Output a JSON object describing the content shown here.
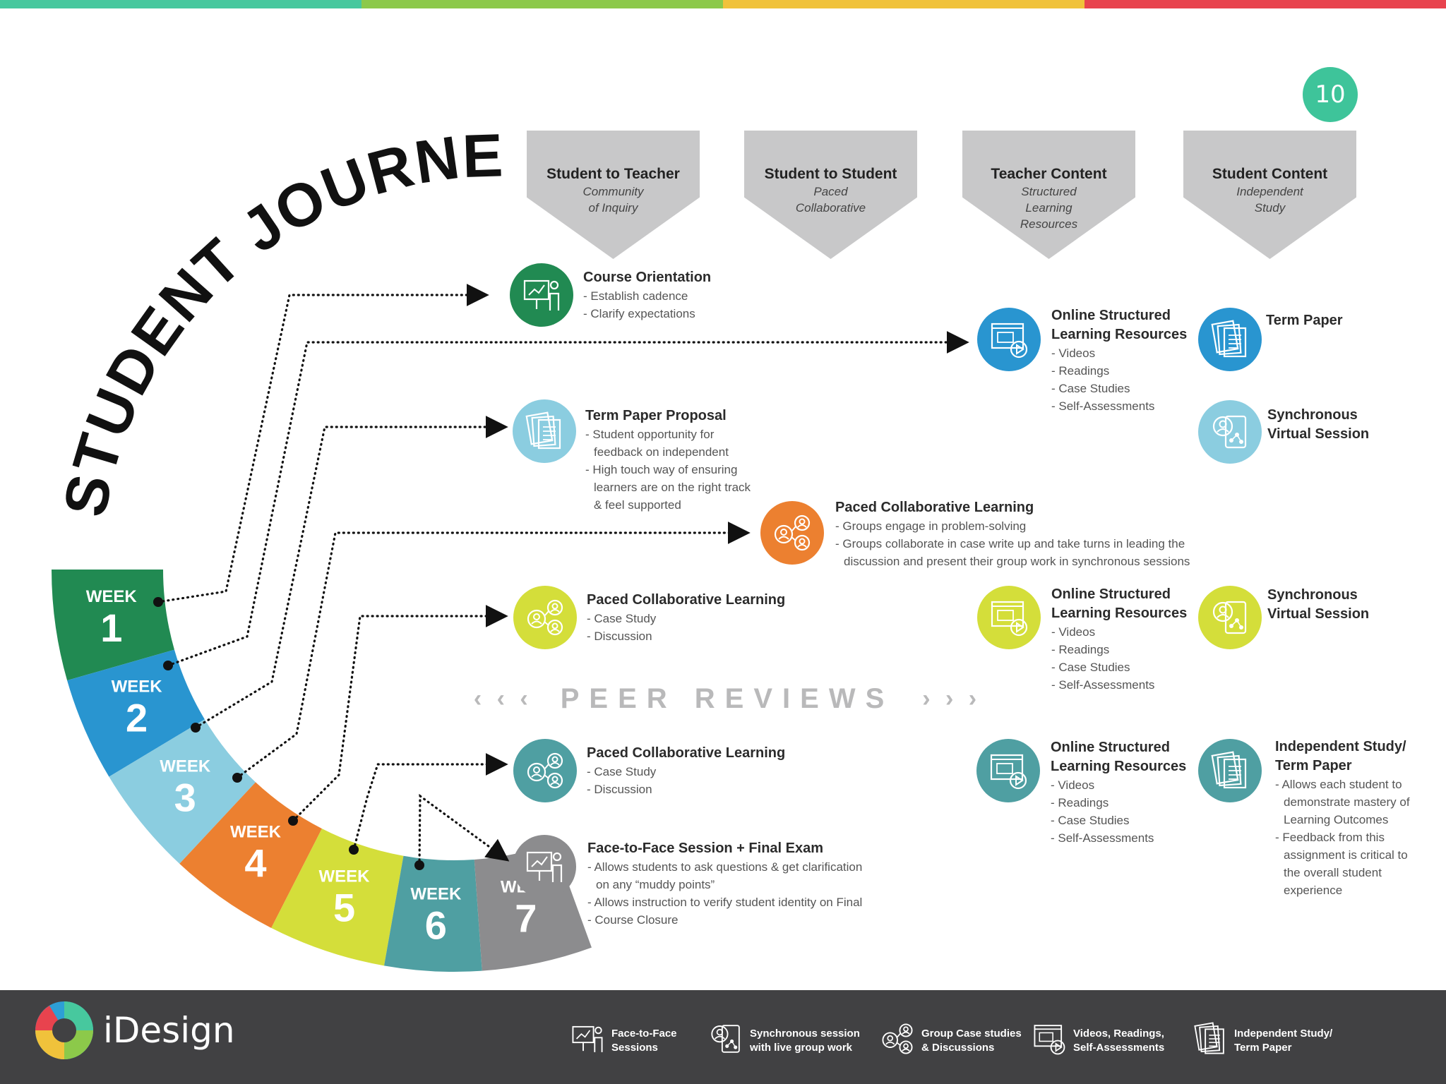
{
  "colors": {
    "stripe": [
      "#47c89e",
      "#8cc94a",
      "#f0c23b",
      "#e8434e"
    ],
    "week1": "#218a52",
    "week2": "#2995d0",
    "week3": "#8bcde0",
    "week4": "#ec8030",
    "week5": "#d4de3a",
    "week6": "#4f9fa2",
    "week7": "#8c8c8e",
    "footer": "#414143"
  },
  "page_number": "10",
  "title": "STUDENT JOURNEY",
  "columns": [
    {
      "title": "Student to Teacher",
      "subtitle": [
        "Community",
        "of Inquiry"
      ]
    },
    {
      "title": "Student to Student",
      "subtitle": [
        "Paced",
        "Collaborative"
      ]
    },
    {
      "title": "Teacher Content",
      "subtitle": [
        "Structured",
        "Learning",
        "Resources"
      ]
    },
    {
      "title": "Student Content",
      "subtitle": [
        "Independent",
        "Study"
      ]
    }
  ],
  "weeks": [
    {
      "label": "WEEK",
      "num": "1"
    },
    {
      "label": "WEEK",
      "num": "2"
    },
    {
      "label": "WEEK",
      "num": "3"
    },
    {
      "label": "WEEK",
      "num": "4"
    },
    {
      "label": "WEEK",
      "num": "5"
    },
    {
      "label": "WEEK",
      "num": "6"
    },
    {
      "label": "WEEK",
      "num": "7"
    }
  ],
  "items": {
    "course_orientation": {
      "title": "Course Orientation",
      "points": [
        "Establish cadence",
        "Clarify expectations"
      ],
      "icon": "presenter-icon"
    },
    "w2_online": {
      "title": [
        "Online Structured",
        "Learning Resources"
      ],
      "points": [
        "Videos",
        "Readings",
        "Case Studies",
        "Self-Assessments"
      ],
      "icon": "video-screen-icon"
    },
    "w2_term_paper": {
      "title": "Term Paper",
      "icon": "documents-icon"
    },
    "w2_sync": {
      "title": [
        "Synchronous",
        "Virtual Session"
      ],
      "icon": "tablet-user-icon"
    },
    "w3_proposal": {
      "title": "Term Paper Proposal",
      "points": [
        "Student opportunity for feedback on independent",
        "High touch way of ensuring learners are on the right track & feel supported"
      ],
      "icon": "documents-icon"
    },
    "w4_paced": {
      "title": "Paced Collaborative Learning",
      "points": [
        "Groups engage in problem-solving",
        "Groups collaborate in case write up and take turns in leading the discussion and present their group work in synchronous sessions"
      ],
      "icon": "group-icon"
    },
    "w5_paced": {
      "title": "Paced Collaborative Learning",
      "points": [
        "Case Study",
        "Discussion"
      ],
      "icon": "group-icon"
    },
    "w5_online": {
      "title": [
        "Online Structured",
        "Learning Resources"
      ],
      "points": [
        "Videos",
        "Readings",
        "Case Studies",
        "Self-Assessments"
      ],
      "icon": "video-screen-icon"
    },
    "w5_sync": {
      "title": [
        "Synchronous",
        "Virtual Session"
      ],
      "icon": "tablet-user-icon"
    },
    "w6_paced": {
      "title": "Paced Collaborative Learning",
      "points": [
        "Case Study",
        "Discussion"
      ],
      "icon": "group-icon"
    },
    "w6_online": {
      "title": [
        "Online Structured",
        "Learning Resources"
      ],
      "points": [
        "Videos",
        "Readings",
        "Case Studies",
        "Self-Assessments"
      ],
      "icon": "video-screen-icon"
    },
    "w6_independent": {
      "title": [
        "Independent Study/",
        "Term Paper"
      ],
      "points": [
        "Allows each student to demonstrate mastery of Learning Outcomes",
        "Feedback from this assignment is critical to the overall student experience"
      ],
      "icon": "documents-icon"
    },
    "w7_face": {
      "title": "Face-to-Face Session + Final Exam",
      "points": [
        "Allows students to ask questions & get clarification on any “muddy points”",
        "Allows instruction to verify student identity on Final",
        "Course Closure"
      ],
      "icon": "presenter-icon"
    }
  },
  "peer_reviews": {
    "left": "‹ ‹ ‹",
    "label": "PEER REVIEWS",
    "right": "› › ›"
  },
  "footer": {
    "brand": "iDesign",
    "legend": [
      {
        "label": "Face-to-Face\nSessions",
        "icon": "presenter-icon"
      },
      {
        "label": "Synchronous session\nwith live group work",
        "icon": "tablet-user-icon"
      },
      {
        "label": "Group Case studies\n& Discussions",
        "icon": "group-icon"
      },
      {
        "label": "Videos, Readings,\nSelf-Assessments",
        "icon": "video-screen-icon"
      },
      {
        "label": "Independent Study/\nTerm Paper",
        "icon": "documents-icon"
      }
    ]
  }
}
